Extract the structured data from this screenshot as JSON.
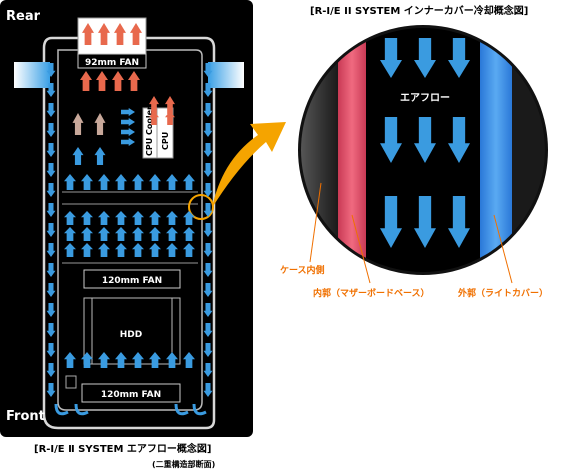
{
  "left_diagram": {
    "label_rear": "Rear",
    "label_front": "Front",
    "fan_top": "92mm FAN",
    "cpu_cooler": "CPU Cooler",
    "cpu": "CPU",
    "fan_middle": "120mm FAN",
    "hdd": "HDD",
    "fan_bottom": "120mm FAN",
    "caption_title": "[R-I/E Ⅱ SYSTEM エアフロー概念図]",
    "caption_sub": "(二重構造部断面)"
  },
  "right_diagram": {
    "title": "[R-I/E II SYSTEM インナーカバー冷却概念図]",
    "airflow": "エアフロー",
    "callout_case_inner": "ケース内側",
    "callout_inner_shell": "内郭（マザーボードベース）",
    "callout_outer_shell": "外郭（ライトカバー）"
  },
  "colors": {
    "panel_bg": "#000000",
    "airflow_blue": "#3a9be0",
    "hot_air_red": "#e8694d",
    "warm_air": "#c8a89a",
    "inner_shell_red": "#e0506a",
    "outer_shell_blue": "#3d8fe6",
    "pointer_orange": "#f5a400",
    "callout_text_orange": "#f07000"
  }
}
